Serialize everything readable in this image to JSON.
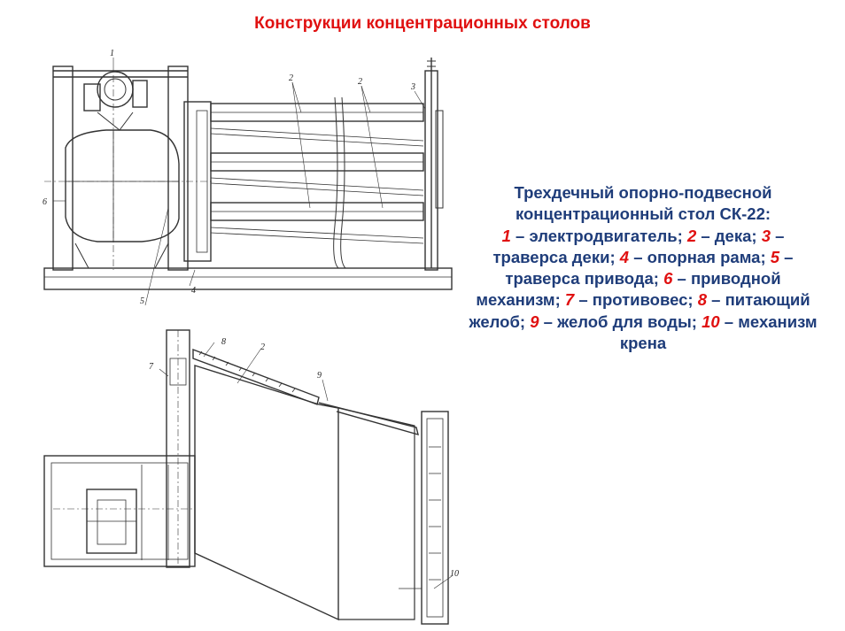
{
  "title": "Конструкции концентрационных столов",
  "caption": {
    "heading": "Трехдечный опорно-подвесной концентрационный стол СК-22:",
    "items": [
      {
        "num": "1",
        "text": " – электродвигатель;"
      },
      {
        "num": "2",
        "text": " – дека;"
      },
      {
        "num": "3",
        "text": " – траверса деки;"
      },
      {
        "num": "4",
        "text": " – опорная рама;"
      },
      {
        "num": "5",
        "text": " – траверса привода;"
      },
      {
        "num": "6",
        "text": " – приводной механизм;"
      },
      {
        "num": "7",
        "text": " – противовес;"
      },
      {
        "num": "8",
        "text": " – питающий желоб;"
      },
      {
        "num": "9",
        "text": " – желоб для воды;"
      },
      {
        "num": "10",
        "text": " – механизм крена"
      }
    ]
  },
  "drawing_labels": {
    "top": [
      "1",
      "2",
      "2",
      "3",
      "6",
      "5",
      "4"
    ],
    "bottom": [
      "8",
      "2",
      "7",
      "9",
      "10"
    ]
  },
  "colors": {
    "title": "#e01010",
    "caption": "#1f3d7a",
    "numbers": "#e01010"
  }
}
